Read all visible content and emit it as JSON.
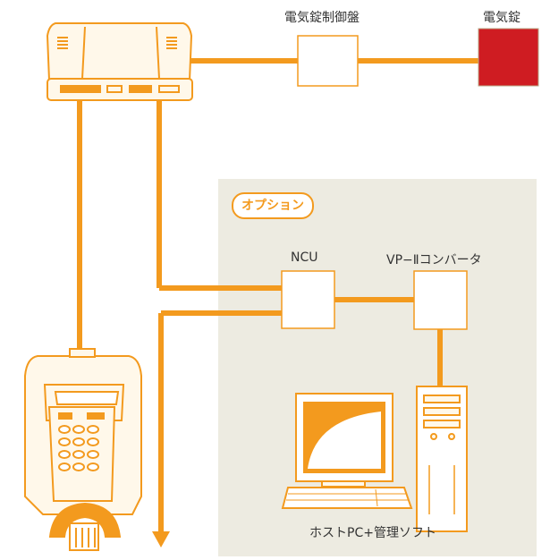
{
  "diagram": {
    "labels": {
      "lock_controller": "電気錠制御盤",
      "electric_lock": "電気錠",
      "option": "オプション",
      "ncu": "NCU",
      "converter": "VP−Ⅱコンバータ",
      "host_pc": "ホストPC+管理ソフト"
    },
    "colors": {
      "line": "#f39a1e",
      "option_area": "#edebe1",
      "lock": "#cf1c22",
      "device_fill": "#fff8ea",
      "device_stroke": "#f39a1e"
    }
  }
}
